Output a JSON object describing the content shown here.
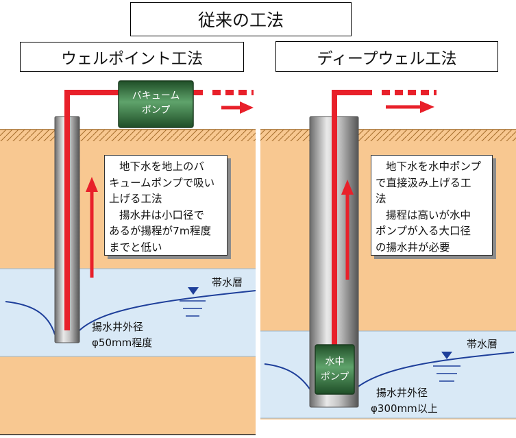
{
  "main_title": "従来の工法",
  "left": {
    "heading": "ウェルポイント工法",
    "pump_label": [
      "バキューム",
      "ポンプ"
    ],
    "note_lines": [
      "地下水を地上のバ",
      "キュームポンプで吸い",
      "上げる工法",
      "揚水井は小口径で",
      "あるが揚程が7m程度",
      "までと低い"
    ],
    "aquifer_label": "帯水層",
    "well_diameter_label": [
      "揚水井外径",
      "φ50mm程度"
    ]
  },
  "right": {
    "heading": "ディープウェル工法",
    "pump_label": [
      "水中",
      "ポンプ"
    ],
    "note_lines": [
      "地下水を水中ポンプ",
      "で直接汲み上げる工",
      "法",
      "揚程は高いが水中",
      "ポンプが入る大口径",
      "の揚水井が必要"
    ],
    "aquifer_label": "帯水層",
    "well_diameter_label": [
      "揚水井外径",
      "φ300mm以上"
    ]
  },
  "colors": {
    "soil": "#f8c891",
    "soil_texture": "#a8702e",
    "aquifer": "#d9e9f6",
    "water_line": "#1e3f9a",
    "pipe": "#e8202a",
    "pump_green": "#4a8a54"
  }
}
